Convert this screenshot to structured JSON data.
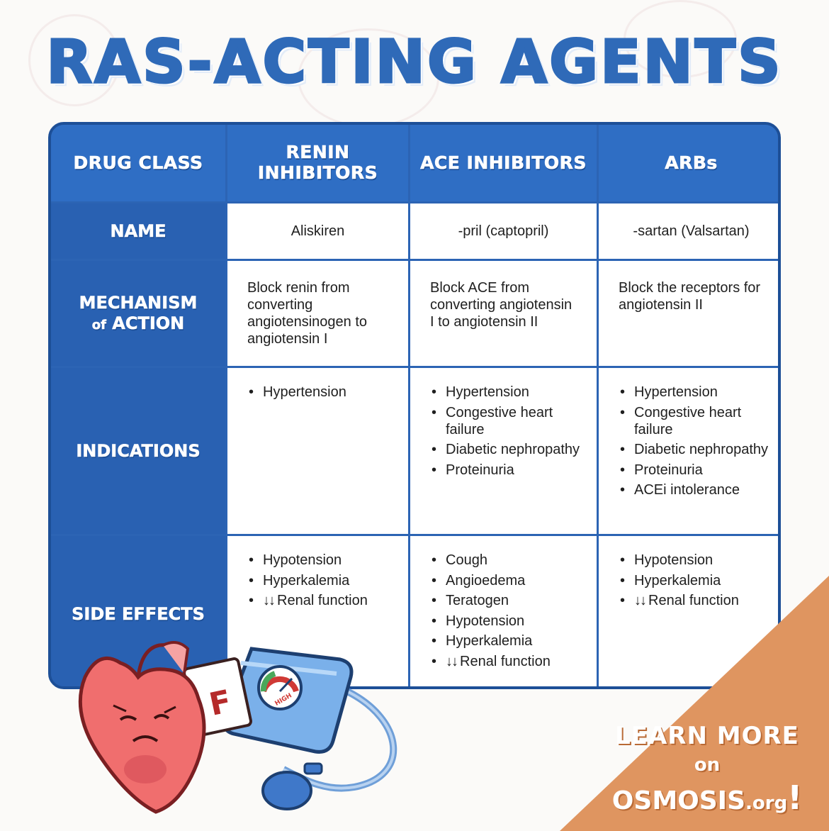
{
  "title": "RAS-ACTING AGENTS",
  "headers": [
    "DRUG CLASS",
    "RENIN INHIBITORS",
    "ACE INHIBITORS",
    "ARBs"
  ],
  "rows": {
    "name": {
      "label": "NAME",
      "cells": [
        "Aliskiren",
        "-pril (captopril)",
        "-sartan (Valsartan)"
      ]
    },
    "mechanism": {
      "label_main": "MECHANISM",
      "label_sub_of": "of",
      "label_sub_action": "ACTION",
      "cells": [
        "Block renin from converting angiotensinogen to angiotensin I",
        "Block ACE from converting angiotensin I to angiotensin II",
        "Block the receptors for angiotensin II"
      ]
    },
    "indications": {
      "label": "INDICATIONS",
      "cells": [
        [
          "Hypertension"
        ],
        [
          "Hypertension",
          "Congestive heart failure",
          "Diabetic nephropathy",
          "Proteinuria"
        ],
        [
          "Hypertension",
          "Congestive heart failure",
          "Diabetic nephropathy",
          "Proteinuria",
          "ACEi intolerance"
        ]
      ]
    },
    "side_effects": {
      "label": "SIDE EFFECTS",
      "arrow_symbol": "↓↓",
      "cells": [
        [
          "Hypotension",
          "Hyperkalemia",
          "Renal function"
        ],
        [
          "Cough",
          "Angioedema",
          "Teratogen",
          "Hypotension",
          "Hyperkalemia",
          "Renal function"
        ],
        [
          "Hypotension",
          "Hyperkalemia",
          "Renal function"
        ]
      ]
    }
  },
  "promo": {
    "learn": "LEARN MORE",
    "on": "on",
    "brand_main": "OSMOSIS",
    "brand_suffix": ".org",
    "brand_bang": "!"
  },
  "illustration": {
    "card_letter": "F",
    "gauge_label": "HIGH"
  },
  "colors": {
    "title_blue": "#2f6ab8",
    "table_blue": "#2c64b4",
    "promo_orange": "#df9560"
  }
}
